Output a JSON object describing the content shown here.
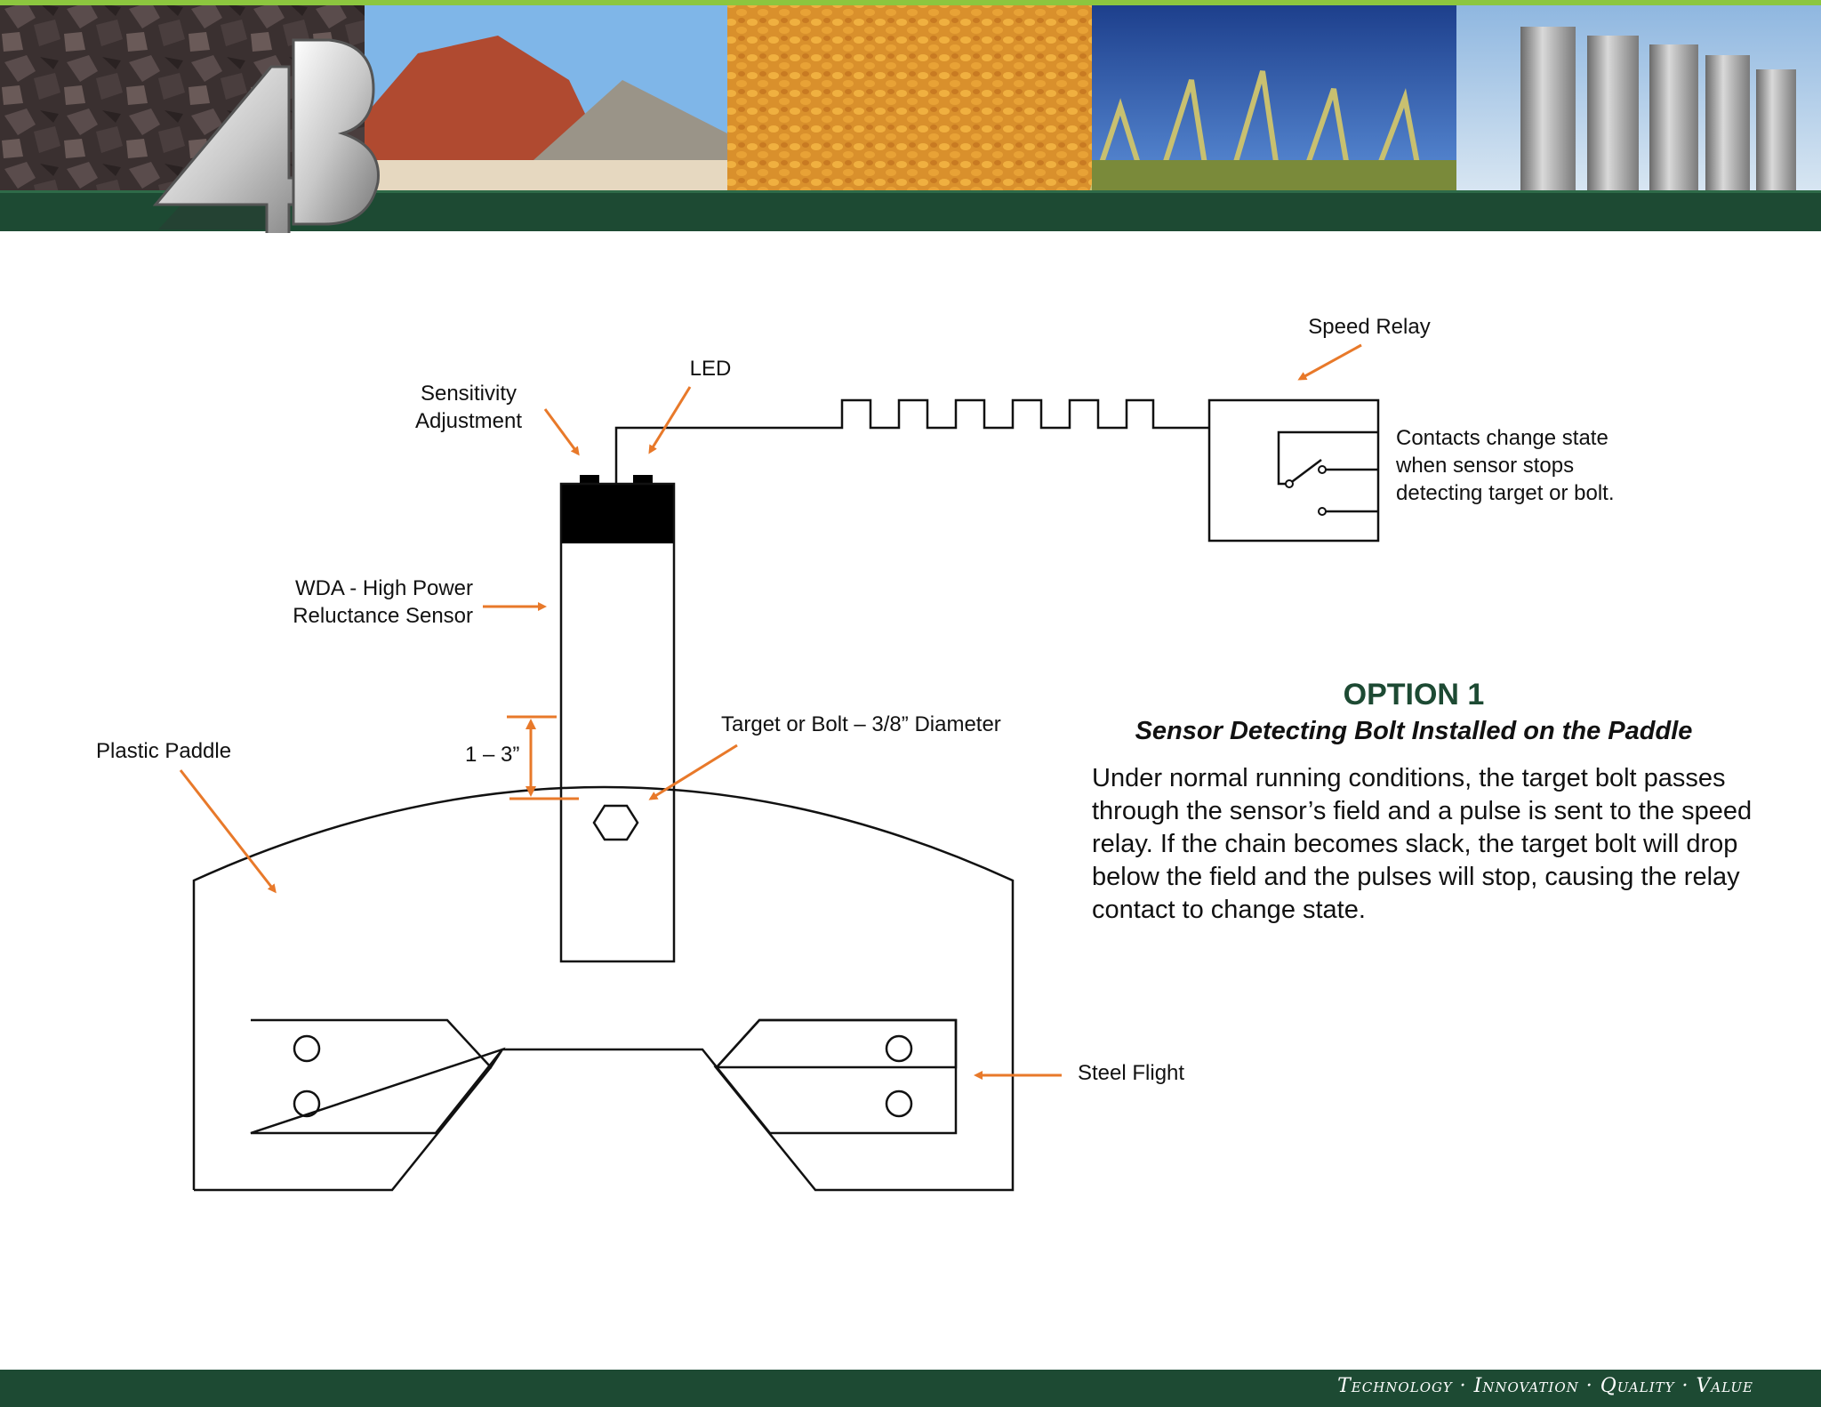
{
  "header": {
    "logo_text": "4B",
    "photos": [
      "coal-photo",
      "gravel-photo",
      "corn-photo",
      "wheat-photo",
      "silos-photo"
    ],
    "accent_color": "#8cc63f",
    "band_color": "#1d4a33"
  },
  "diagram": {
    "labels": {
      "speed_relay": "Speed Relay",
      "led": "LED",
      "sensitivity_line1": "Sensitivity",
      "sensitivity_line2": "Adjustment",
      "contacts_line1": "Contacts change state",
      "contacts_line2": "when sensor stops",
      "contacts_line3": "detecting target or bolt.",
      "sensor_line1": "WDA - High Power",
      "sensor_line2": "Reluctance Sensor",
      "plastic_paddle": "Plastic Paddle",
      "gap": "1 – 3”",
      "target_bolt": "Target or Bolt – 3/8” Diameter",
      "steel_flight": "Steel Flight"
    },
    "arrow_color": "#e8792a"
  },
  "option": {
    "title": "OPTION 1",
    "subtitle": "Sensor Detecting Bolt Installed on the Paddle",
    "body": "Under normal running conditions, the target bolt passes through the sensor’s field and a pulse is sent to the speed relay.  If the chain becomes slack, the target bolt will drop below the field and the pulses will stop, causing the relay contact to change state."
  },
  "footer": {
    "tagline": "Technology · Innovation · Quality · Value"
  }
}
